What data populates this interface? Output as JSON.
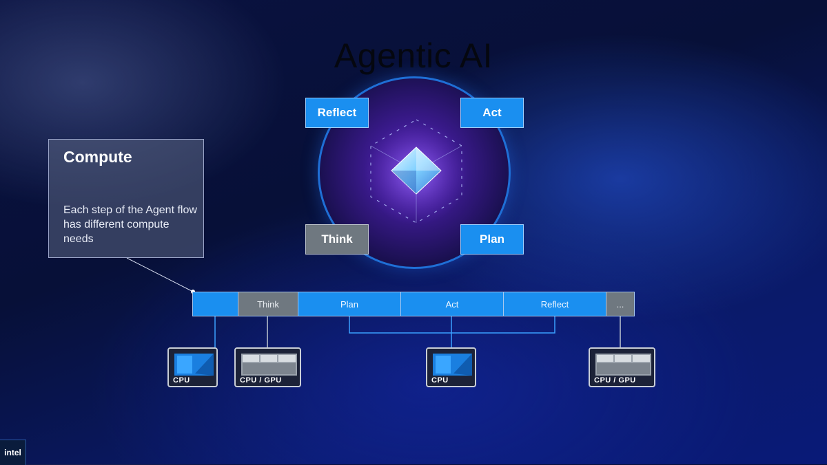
{
  "title": "Agentic AI",
  "loop": {
    "reflect": "Reflect",
    "act": "Act",
    "think": "Think",
    "plan": "Plan"
  },
  "info_card": {
    "heading": "Compute",
    "body": "Each step of the Agent flow has different compute needs"
  },
  "flow_bar": {
    "segments": [
      "",
      "Think",
      "Plan",
      "Act",
      "Reflect",
      "..."
    ]
  },
  "chips": {
    "chip1": "CPU",
    "chip2": "CPU / GPU",
    "chip3": "CPU",
    "chip4": "CPU / GPU"
  },
  "logo": "intel",
  "colors": {
    "accent_blue": "#1a8ff0",
    "step_grey": "#6f7880",
    "ring_blue": "#1f6fd6"
  }
}
